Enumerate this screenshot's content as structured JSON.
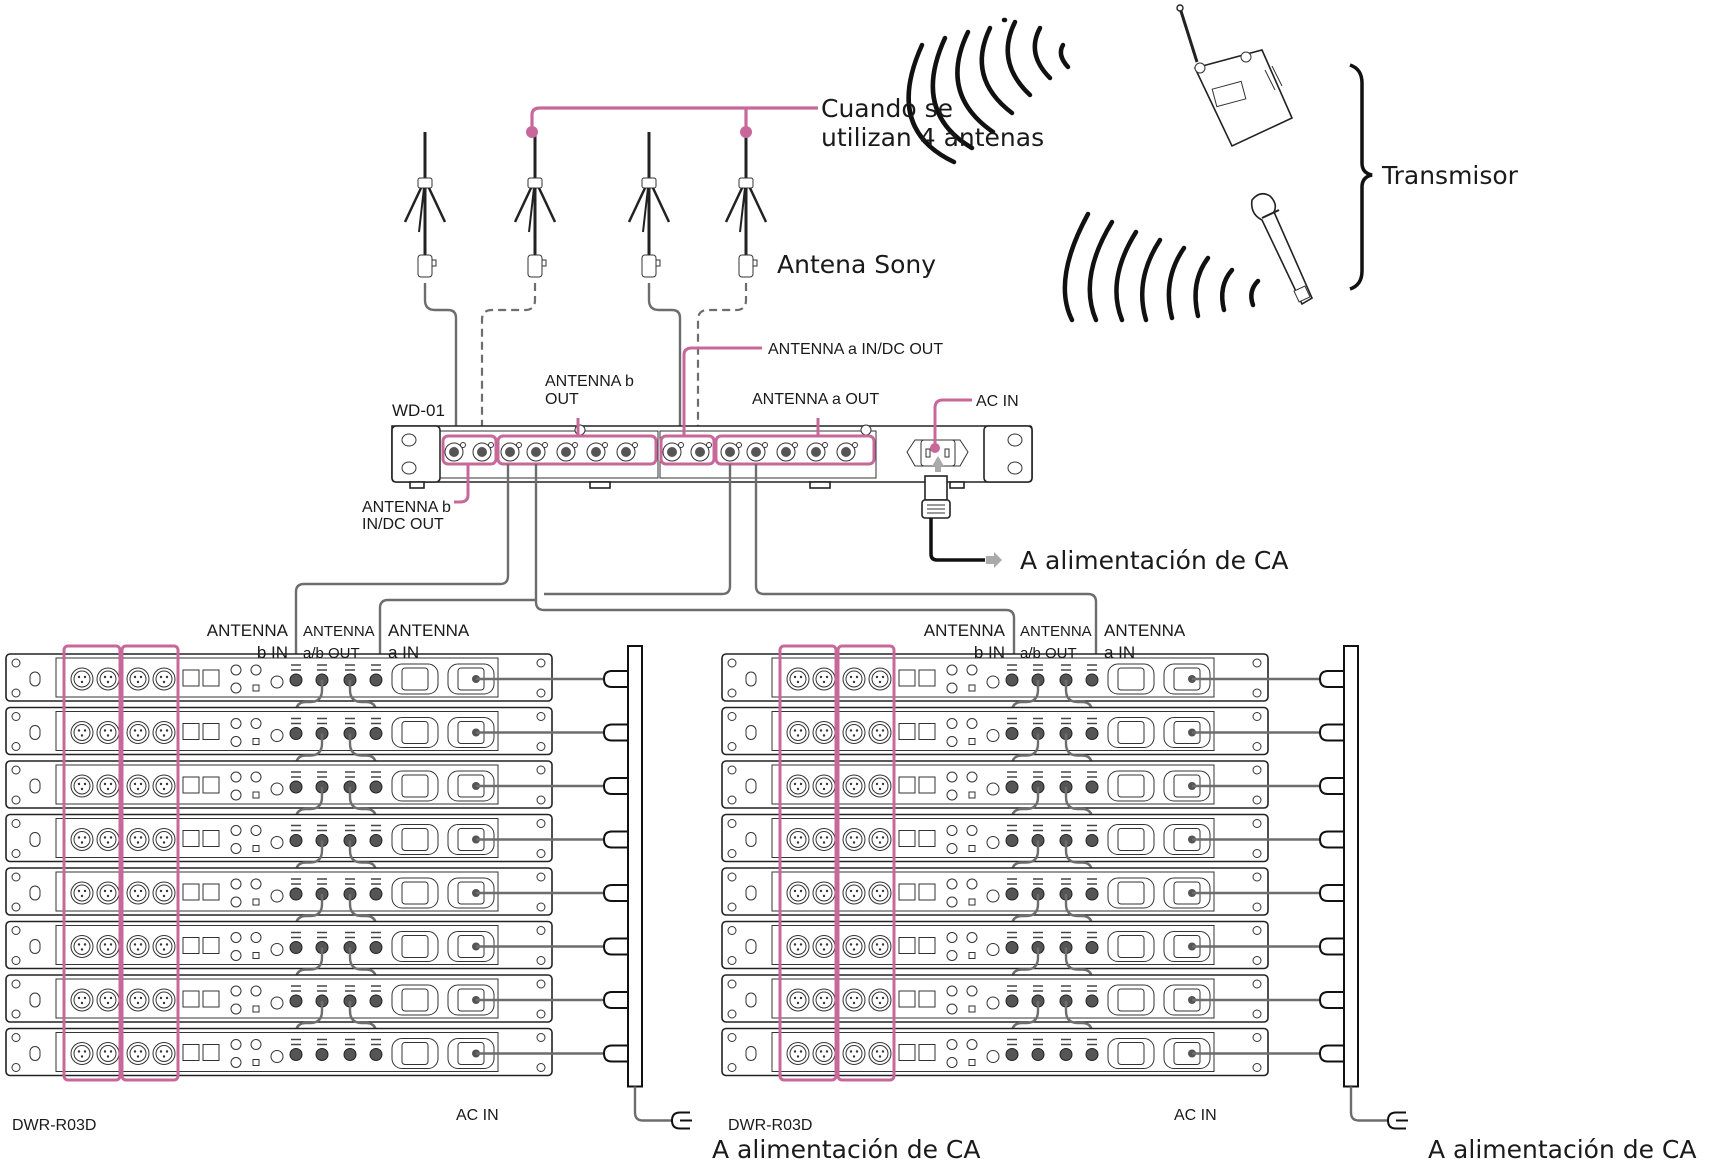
{
  "diagram": {
    "callouts": {
      "four_antennas_line1": "Cuando se",
      "four_antennas_line2": "utilizan 4 antenas",
      "sony_antenna": "Antena Sony",
      "transmitter": "Transmisor"
    },
    "distributor": {
      "model": "WD-01",
      "antenna_a_in_dc_out": "ANTENNA a IN/DC OUT",
      "antenna_b_out_line1": "ANTENNA b",
      "antenna_b_out_line2": "OUT",
      "antenna_a_out": "ANTENNA a OUT",
      "ac_in": "AC IN",
      "antenna_b_in_dc_out_line1": "ANTENNA b",
      "antenna_b_in_dc_out_line2": "IN/DC OUT",
      "to_ac_power": "A alimentación de CA"
    },
    "receiver_banks": [
      {
        "model": "DWR-R03D",
        "ac_in": "AC IN",
        "to_ac_power": "A alimentación de CA",
        "unit_count": 8,
        "port_labels": {
          "b_in_line1": "ANTENNA",
          "b_in_line2": "b IN",
          "ab_out_line1": "ANTENNA",
          "ab_out_line2": "a/b OUT",
          "a_in_line1": "ANTENNA",
          "a_in_line2": "a IN"
        }
      },
      {
        "model": "DWR-R03D",
        "ac_in": "AC IN",
        "to_ac_power": "A alimentación de CA",
        "unit_count": 8,
        "port_labels": {
          "b_in_line1": "ANTENNA",
          "b_in_line2": "b IN",
          "ab_out_line1": "ANTENNA",
          "ab_out_line2": "a/b OUT",
          "a_in_line1": "ANTENNA",
          "a_in_line2": "a IN"
        }
      }
    ],
    "colors": {
      "highlight": "#c8689a",
      "cable": "#6d6d6d",
      "outline": "#222222"
    }
  }
}
